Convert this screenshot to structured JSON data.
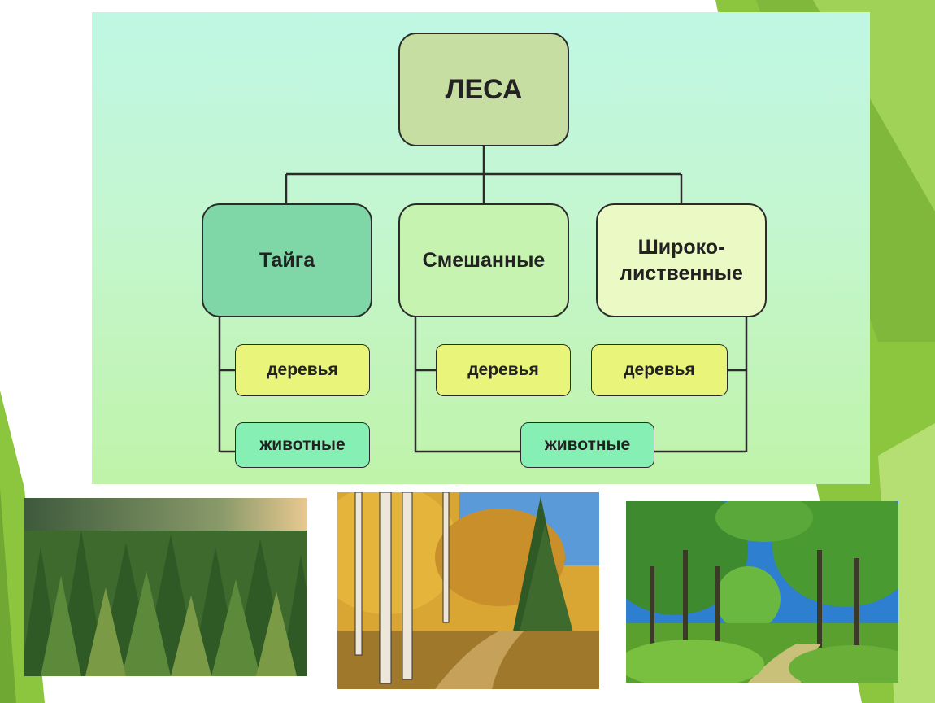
{
  "diagram": {
    "root": "ЛЕСА",
    "categories": [
      {
        "label": "Тайга",
        "trees": "деревья",
        "animals": "животные"
      },
      {
        "label": "Смешанные",
        "trees": "деревья"
      },
      {
        "label": "Широко-\nлиственные",
        "trees": "деревья"
      }
    ],
    "shared_animals": "животные"
  },
  "photos": [
    {
      "icon": "taiga-forest-photo"
    },
    {
      "icon": "mixed-forest-photo"
    },
    {
      "icon": "broadleaf-forest-photo"
    }
  ],
  "colors": {
    "root_fill": "#c6dea1",
    "taiga_fill": "#7fd6a6",
    "mixed_fill": "#c7f3b1",
    "broadleaf_fill": "#ebf9c4",
    "trees_fill": "#e9f57a",
    "animals_fill": "#86f0b4",
    "accent_green": "#8cc63f"
  }
}
